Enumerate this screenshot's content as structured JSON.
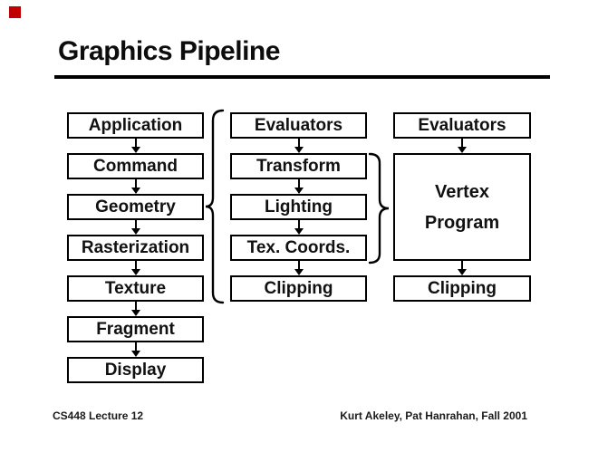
{
  "slide": {
    "title": "Graphics Pipeline",
    "footer_left": "CS448 Lecture 12",
    "footer_right": "Kurt Akeley, Pat Hanrahan, Fall 2001"
  },
  "colors": {
    "marker_red": "#c00000",
    "ink": "#000000"
  },
  "pipeline": {
    "fixed_function": [
      "Application",
      "Command",
      "Geometry",
      "Rasterization",
      "Texture",
      "Fragment",
      "Display"
    ],
    "geometry_stages": [
      "Evaluators",
      "Transform",
      "Lighting",
      "Tex. Coords.",
      "Clipping"
    ],
    "vertex_program_pipeline": {
      "top": "Evaluators",
      "vertex_program": [
        "Vertex",
        "Program"
      ],
      "bottom": "Clipping"
    }
  }
}
